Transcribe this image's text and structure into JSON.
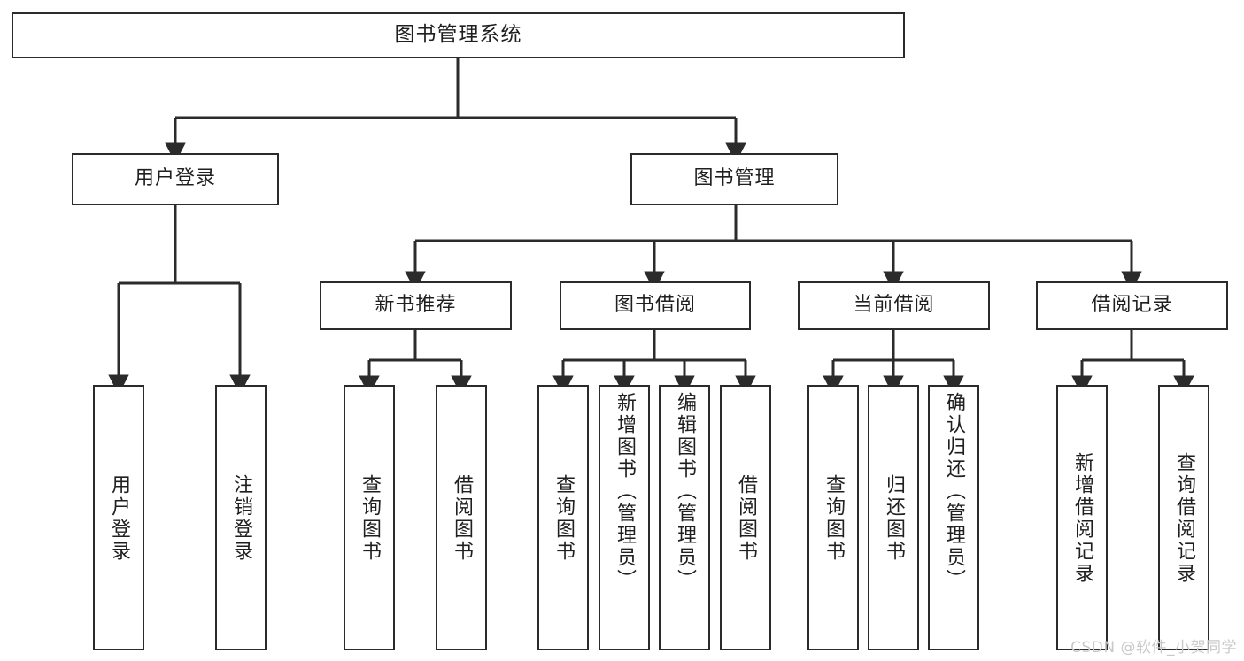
{
  "diagram": {
    "title_box": {
      "label": "图书管理系统"
    },
    "level1": [
      {
        "id": "user-login",
        "label": "用户登录"
      },
      {
        "id": "book-management",
        "label": "图书管理"
      }
    ],
    "level2": [
      {
        "id": "new-book-recommend",
        "label": "新书推荐",
        "parent": "book-management"
      },
      {
        "id": "book-borrow",
        "label": "图书借阅",
        "parent": "book-management"
      },
      {
        "id": "current-borrow",
        "label": "当前借阅",
        "parent": "book-management"
      },
      {
        "id": "borrow-record",
        "label": "借阅记录",
        "parent": "book-management"
      }
    ],
    "leaves": {
      "user-login": [
        {
          "id": "leaf-user-login",
          "label": "用户登录"
        },
        {
          "id": "leaf-logout-login",
          "label": "注销登录"
        }
      ],
      "new-book-recommend": [
        {
          "id": "leaf-query-book-1",
          "label": "查询图书"
        },
        {
          "id": "leaf-borrow-book-1",
          "label": "借阅图书"
        }
      ],
      "book-borrow": [
        {
          "id": "leaf-query-book-2",
          "label": "查询图书"
        },
        {
          "id": "leaf-add-book",
          "label": "新增图书（管理员）"
        },
        {
          "id": "leaf-edit-book",
          "label": "编辑图书（管理员）"
        },
        {
          "id": "leaf-borrow-book-2",
          "label": "借阅图书"
        }
      ],
      "current-borrow": [
        {
          "id": "leaf-query-book-3",
          "label": "查询图书"
        },
        {
          "id": "leaf-return-book",
          "label": "归还图书"
        },
        {
          "id": "leaf-confirm-return",
          "label": "确认归还（管理员）"
        }
      ],
      "borrow-record": [
        {
          "id": "leaf-add-record",
          "label": "新增借阅记录"
        },
        {
          "id": "leaf-query-record",
          "label": "查询借阅记录"
        }
      ]
    },
    "watermark": {
      "text": "CSDN @软件_小贺同学"
    },
    "colors": {
      "stroke": "#2b2b2b",
      "fill": "#ffffff",
      "text": "#1f1f1f",
      "watermark": "#c9c9c9"
    }
  }
}
